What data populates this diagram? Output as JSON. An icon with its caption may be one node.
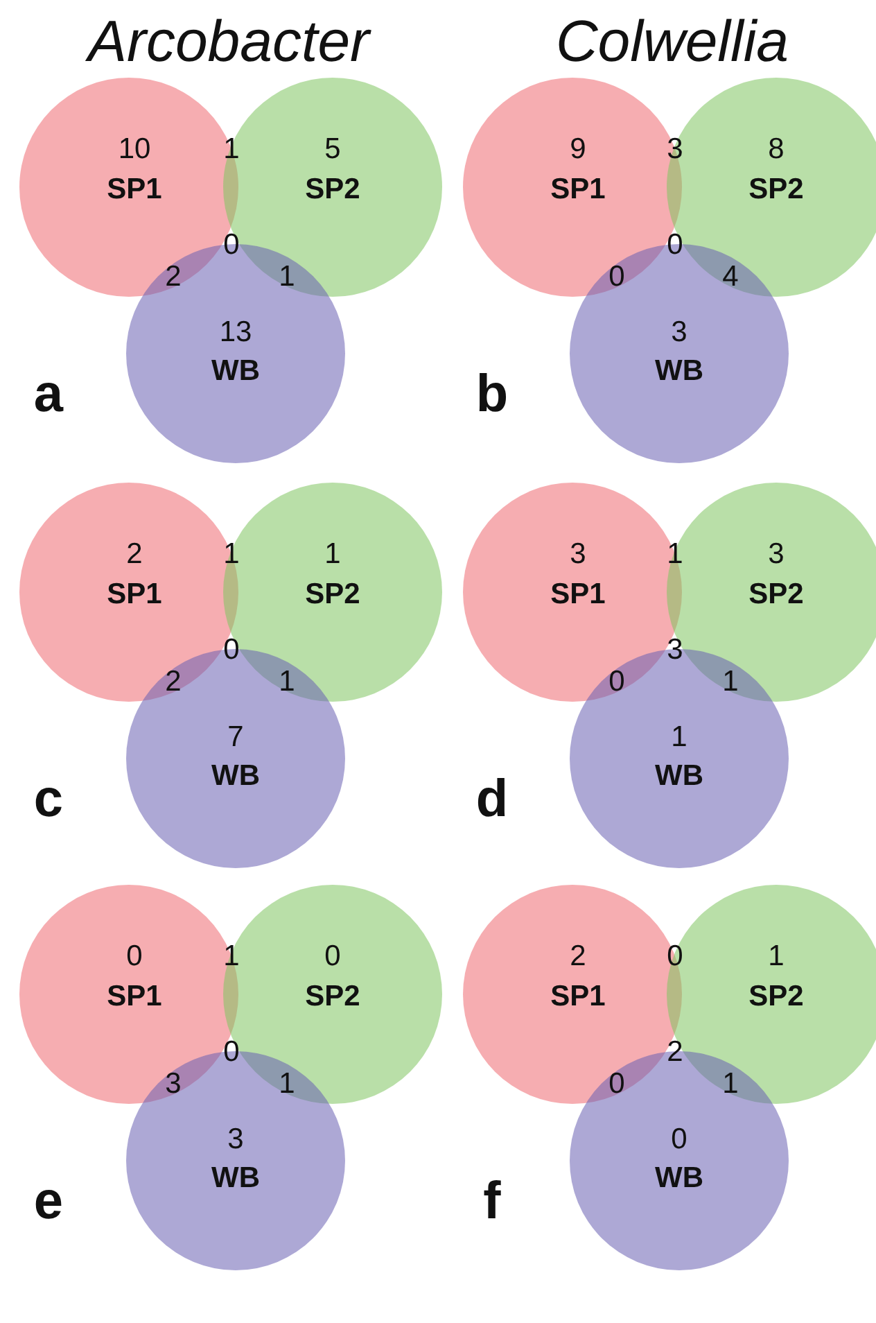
{
  "diagram": {
    "nodes": [
      {
        "text": [
          "10",
          "SP1"
        ]
      },
      {
        "text": [
          "5",
          "SP2"
        ]
      },
      {
        "text": [
          "13",
          "WB"
        ]
      },
      {
        "text": [
          "9",
          "SP1"
        ]
      },
      {
        "text": [
          "8",
          "SP2"
        ]
      },
      {
        "text": [
          "3",
          "WB"
        ]
      },
      {
        "text": [
          "2",
          "SP1"
        ]
      },
      {
        "text": [
          "1",
          "SP2"
        ]
      },
      {
        "text": [
          "7",
          "WB"
        ]
      },
      {
        "text": [
          "3",
          "SP1"
        ]
      },
      {
        "text": [
          "3",
          "SP2"
        ]
      },
      {
        "text": [
          "1",
          "WB"
        ]
      },
      {
        "text": [
          "0",
          "SP1"
        ]
      },
      {
        "text": [
          "0",
          "SP2"
        ]
      },
      {
        "text": [
          "3",
          "WB"
        ]
      },
      {
        "text": [
          "2",
          "SP1"
        ]
      },
      {
        "text": [
          "1",
          "SP2"
        ]
      },
      {
        "text": [
          "0",
          "WB"
        ]
      }
    ],
    "edges": [],
    "labels": [
      "Arcobacter",
      "Colwellia",
      "1",
      "0",
      "2",
      "1",
      "a",
      "3",
      "0",
      "0",
      "4",
      "b",
      "1",
      "0",
      "2",
      "1",
      "c",
      "1",
      "3",
      "0",
      "1",
      "d",
      "1",
      "0",
      "3",
      "1",
      "e",
      "0",
      "2",
      "0",
      "1",
      "f"
    ]
  }
}
